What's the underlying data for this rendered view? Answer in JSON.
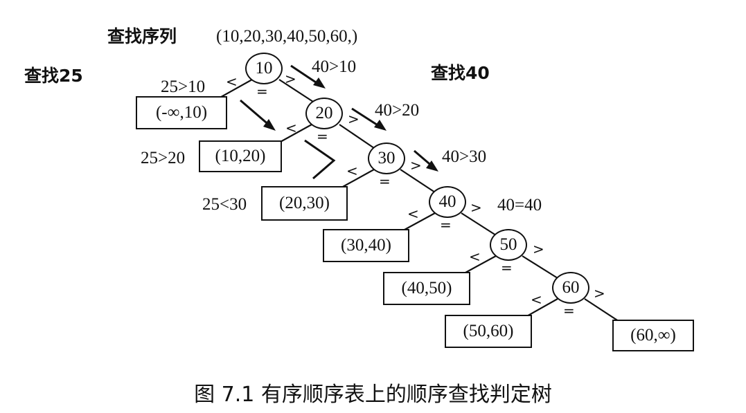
{
  "header": {
    "search_sequence_label": "查找序列",
    "search_sequence_value": "(10,20,30,40,50,60,)",
    "search_25_label": "查找25",
    "search_40_label": "查找40"
  },
  "nodes": [
    "10",
    "20",
    "30",
    "40",
    "50",
    "60"
  ],
  "intervals": [
    "(-∞,10)",
    "(10,20)",
    "(20,30)",
    "(30,40)",
    "(40,50)",
    "(50,60)",
    "(60,∞)"
  ],
  "comparisons_25": [
    "25>10",
    "25>20",
    "25<30"
  ],
  "comparisons_40": [
    "40>10",
    "40>20",
    "40>30",
    "40=40"
  ],
  "branch_symbols": {
    "less": "<",
    "equal": "=",
    "greater": ">"
  },
  "caption": "图 7.1    有序顺序表上的顺序查找判定树"
}
